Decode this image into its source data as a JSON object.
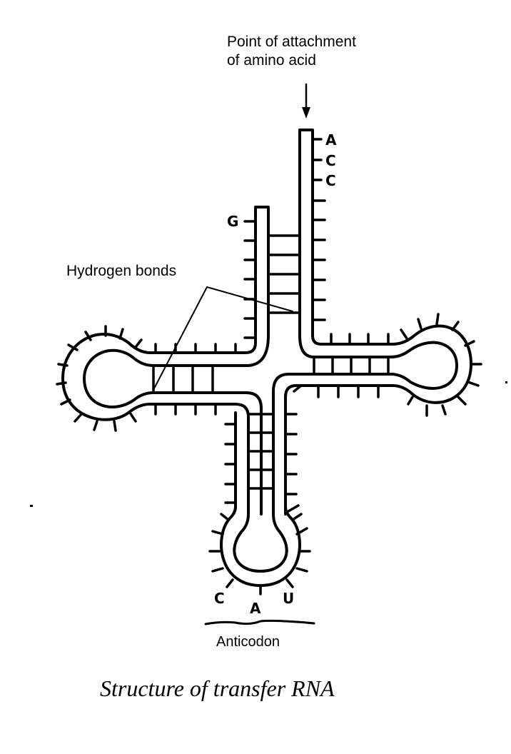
{
  "diagram": {
    "caption": "Structure of transfer RNA",
    "labels": {
      "attachment_line1": "Point of attachment",
      "attachment_line2": "of amino acid",
      "hydrogen_bonds": "Hydrogen bonds",
      "anticodon": "Anticodon"
    },
    "acceptor_end_bases": [
      "A",
      "C",
      "C"
    ],
    "five_prime_base": "G",
    "anticodon_bases": [
      "C",
      "A",
      "U"
    ],
    "colors": {
      "ink": "#000000",
      "background": "#ffffff"
    }
  }
}
